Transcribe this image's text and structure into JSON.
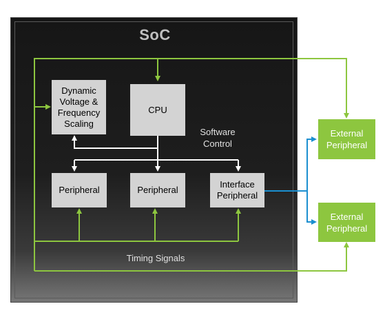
{
  "diagram": {
    "title": "SoC",
    "blocks": {
      "dvfs": "Dynamic\nVoltage &\nFrequency\nScaling",
      "cpu": "CPU",
      "peripheral_1": "Peripheral",
      "peripheral_2": "Peripheral",
      "interface_peripheral": "Interface\nPeripheral",
      "external_peripheral_1": "External\nPeripheral",
      "external_peripheral_2": "External\nPeripheral"
    },
    "labels": {
      "software_control": "Software\nControl",
      "timing_signals": "Timing Signals"
    },
    "colors": {
      "timing_wire": "#8dc63f",
      "control_wire": "#ffffff",
      "interface_wire": "#1b8fd0",
      "external_block": "#8dc63f",
      "internal_block": "#d3d3d3"
    }
  }
}
